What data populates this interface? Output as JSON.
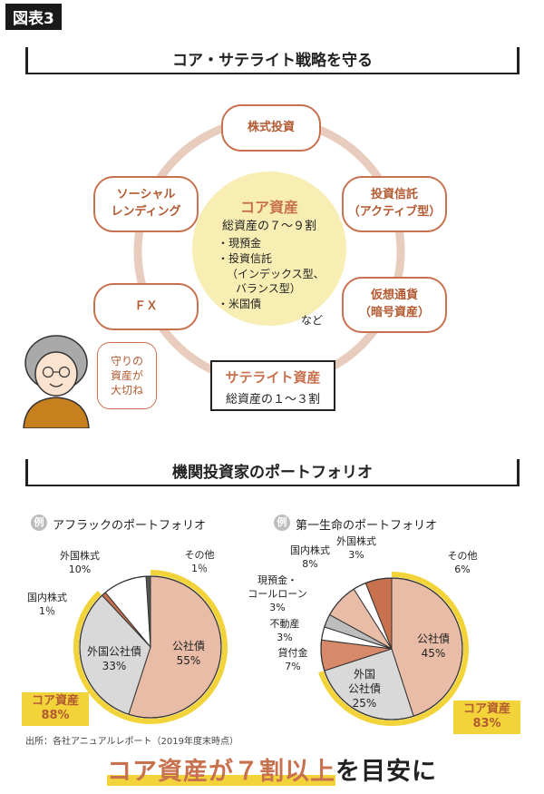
{
  "figure_tag": "図表3",
  "section1": {
    "title": "コア・サテライト戦略を守る",
    "nodes": {
      "stocks": "株式投資",
      "active_fund": [
        "投資信託",
        "（アクティブ型）"
      ],
      "crypto": [
        "仮想通貨",
        "（暗号資産）"
      ],
      "fx": "ＦＸ",
      "social_lending": [
        "ソーシャル",
        "レンディング"
      ]
    },
    "core": {
      "title": "コア資産",
      "ratio": "総資産の７〜９割",
      "items": [
        "・現預金",
        "・投資信託",
        "（インデックス型、",
        "バランス型）",
        "・米国債"
      ],
      "etc": "など"
    },
    "satellite": {
      "title": "サテライト資産",
      "ratio": "総資産の１〜３割"
    },
    "speech": [
      "守りの",
      "資産が",
      "大切ね"
    ]
  },
  "section2": {
    "title": "機関投資家のポートフォリオ",
    "example_badge": "例",
    "portfolios": [
      {
        "title": "アフラックのポートフォリオ",
        "core_label": [
          "コア資産",
          "88%"
        ],
        "labels": {
          "other": [
            "その他",
            "1％"
          ],
          "foreign_stock": [
            "外国株式",
            "10%"
          ],
          "domestic_stock": [
            "国内株式",
            "1％"
          ],
          "foreign_bond": [
            "外国公社債",
            "33%"
          ],
          "bond": [
            "公社債",
            "55%"
          ]
        }
      },
      {
        "title": "第一生命のポートフォリオ",
        "core_label": [
          "コア資産",
          "83%"
        ],
        "labels": {
          "foreign_stock": [
            "外国株式",
            "3%"
          ],
          "domestic_stock": [
            "国内株式",
            "8%"
          ],
          "other": [
            "その他",
            "6%"
          ],
          "cash": [
            "現預金・",
            "コールローン",
            "3%"
          ],
          "real_estate": [
            "不動産",
            "3%"
          ],
          "loans": [
            "貸付金",
            "7%"
          ],
          "foreign_bond": [
            "外国",
            "公社債",
            "25%"
          ],
          "bond": [
            "公社債",
            "45%"
          ]
        }
      }
    ],
    "source": "出所：各社アニュアルレポート（2019年度末時点）"
  },
  "conclusion": {
    "highlight": "コア資産が７割以上",
    "rest": "を目安に"
  },
  "chart_data": [
    {
      "type": "pie",
      "title": "アフラックのポートフォリオ",
      "categories": [
        "公社債",
        "外国公社債",
        "国内株式",
        "外国株式",
        "その他"
      ],
      "values": [
        55,
        33,
        1,
        10,
        1
      ],
      "colors": [
        "#e8bca6",
        "#d9d9d9",
        "#c8714e",
        "#ffffff",
        "#555555"
      ]
    },
    {
      "type": "pie",
      "title": "第一生命のポートフォリオ",
      "categories": [
        "公社債",
        "外国公社債",
        "貸付金",
        "不動産",
        "現預金・コールローン",
        "国内株式",
        "外国株式",
        "その他"
      ],
      "values": [
        45,
        25,
        7,
        3,
        3,
        8,
        3,
        6
      ],
      "colors": [
        "#e8bca6",
        "#d9d9d9",
        "#d8896a",
        "#ffffff",
        "#bdbdbd",
        "#e8bca6",
        "#ffffff",
        "#c8714e"
      ]
    }
  ],
  "colors": {
    "accent": "#c8714e",
    "highlight": "#f2d33a",
    "core_circle": "#f8eeb4",
    "ring": "#e8cdbf"
  }
}
